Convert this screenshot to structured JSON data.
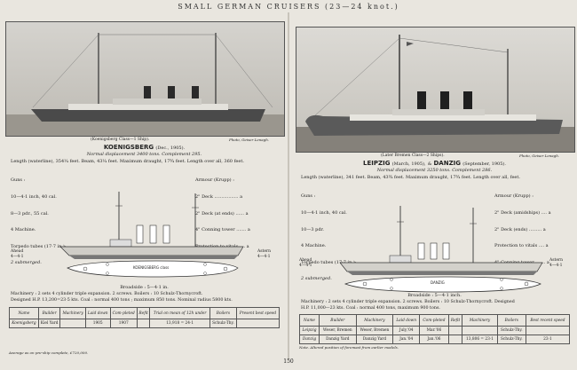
{
  "header": {
    "title": "SMALL GERMAN CRUISERS (23—24 knot.)"
  },
  "left": {
    "photo_caption": "(Koenigsberg Class—1 Ship).",
    "photo_credit": "Photo, Geiser Lenagh.",
    "ship_title": "KOENIGSBERG",
    "ship_date": "(Dec., 1905).",
    "displacement": "Normal displacement 3400 tons. Complement 295.",
    "dimensions": "Length (waterline), 354¼ feet. Beam, 43¼ feet. Maximum draught, 17¾ feet. Length over all, 360 feet.",
    "guns": [
      "Guns :",
      "10—4·1 inch, 40 cal.",
      "8—3 pdr., 55 cal.",
      "4 Machine.",
      "Torpedo tubes (17·7 in.):",
      "2 submerged."
    ],
    "armour": [
      "Armour (Krupp) :",
      "2\" Deck ................. a",
      "2\" Deck (at ends) ...... a",
      "4\" Conning tower ....... a",
      "Protection to vitals .... a"
    ],
    "ahead": [
      "Ahead",
      "4—4·1"
    ],
    "astern": [
      "Astern",
      "4—4·1"
    ],
    "plan_label": "KOENIGSBERG class",
    "broadside": "Broadside : 5—4·1 in.",
    "machinery": [
      "Machinery : 2 sets 4 cylinder triple expansion. 2 screws. Boilers : 10 Schulz-Thornycroft.",
      "Designed H.P. 13,200=23·5 kts. Coal : normal 400 tons ; maximum 850 tons. Nominal radius 5800 kts."
    ],
    "table": {
      "headers": [
        "Name",
        "Builder",
        "Machinery",
        "Laid down",
        "Com-pleted",
        "Refit",
        "Trial on mean of 12h under",
        "Boilers",
        "Present best speed"
      ],
      "rows": [
        [
          "Koenigsberg",
          "Kiel Yard",
          "",
          "1905",
          "1907",
          "",
          "13,918 = 24·1",
          "Schulz-Thy.",
          ""
        ]
      ]
    },
    "footnote": "Average as on pre-ship complete, £720,000."
  },
  "right": {
    "photo_caption": "(Later Bremen Class—2 Ships).",
    "photo_credit": "Photo, Geiser Lenagh.",
    "ship_title": "LEIPZIG",
    "ship_date1": "(March, 1905),",
    "ship_and": "&",
    "ship_title2": "DANZIG",
    "ship_date2": "(September, 1905).",
    "displacement": "Normal displacement 3250 tons. Complement 286.",
    "dimensions": "Length (waterline), 341 feet. Beam, 43¾ feet. Maximum draught, 17¾ feet. Length over all, feet.",
    "guns": [
      "Guns :",
      "10—4·1 inch, 40 cal.",
      "10—3 pdr.",
      "4 Machine.",
      "Torpedo tubes (17·7 in.):",
      "2 submerged."
    ],
    "armour": [
      "Armour (Krupp) :",
      "2\" Deck (amidships) .... a",
      "2\" Deck (ends) ......... a",
      "Protection to vitals .... a",
      "4\" Conning tower ....... a"
    ],
    "ahead": [
      "Ahead",
      "4—4·1"
    ],
    "astern": [
      "Astern",
      "4—4·1"
    ],
    "plan_label": "DANZIG",
    "broadside": "Broadside : 5—4·1 inch.",
    "machinery": [
      "Machinery : 2 sets 4 cylinder triple expansion. 2 screws. Boilers : 10 Schulz-Thornycroft. Designed",
      "H.P. 11,000—23 kts. Coal : normal 400 tons, maximum 900 tons."
    ],
    "table": {
      "headers": [
        "Name",
        "Builder",
        "Machinery",
        "Laid down",
        "Com-pleted",
        "Refit",
        "Machinery",
        "Boilers",
        "Best recent speed"
      ],
      "rows": [
        [
          "Leipzig",
          "Weser, Bremen",
          "Weser, Bremen",
          "July,'04",
          "Mar.'06",
          "",
          "",
          "Schulz-Thy.",
          ""
        ],
        [
          "Danzig",
          "Danzig Yard",
          "Danzig Yard",
          "Jan.'04",
          "Jan.'06",
          "",
          "13,806 = 23·1",
          "Schulz-Thy.",
          "23·1"
        ]
      ]
    },
    "footnote": "Note. Altered position of foremast from earlier models."
  },
  "page_number": "150"
}
